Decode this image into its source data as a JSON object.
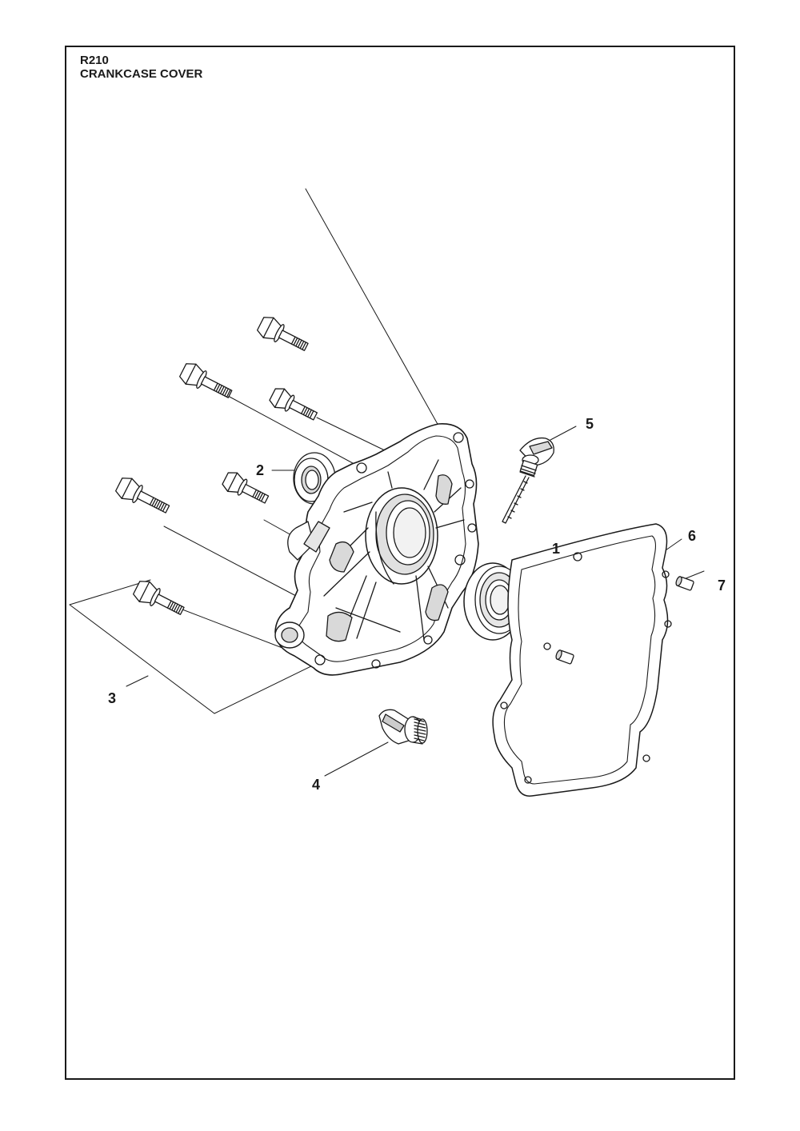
{
  "header": {
    "code": "R210",
    "title": "CRANKCASE COVER"
  },
  "callouts": [
    {
      "id": "1",
      "label": "1"
    },
    {
      "id": "2",
      "label": "2"
    },
    {
      "id": "3",
      "label": "3"
    },
    {
      "id": "4",
      "label": "4"
    },
    {
      "id": "5",
      "label": "5"
    },
    {
      "id": "6",
      "label": "6"
    },
    {
      "id": "7",
      "label": "7"
    }
  ],
  "colors": {
    "line": "#1a1a1a",
    "shade": "#8a8a8a",
    "light": "#d9d9d9",
    "background": "#ffffff"
  }
}
